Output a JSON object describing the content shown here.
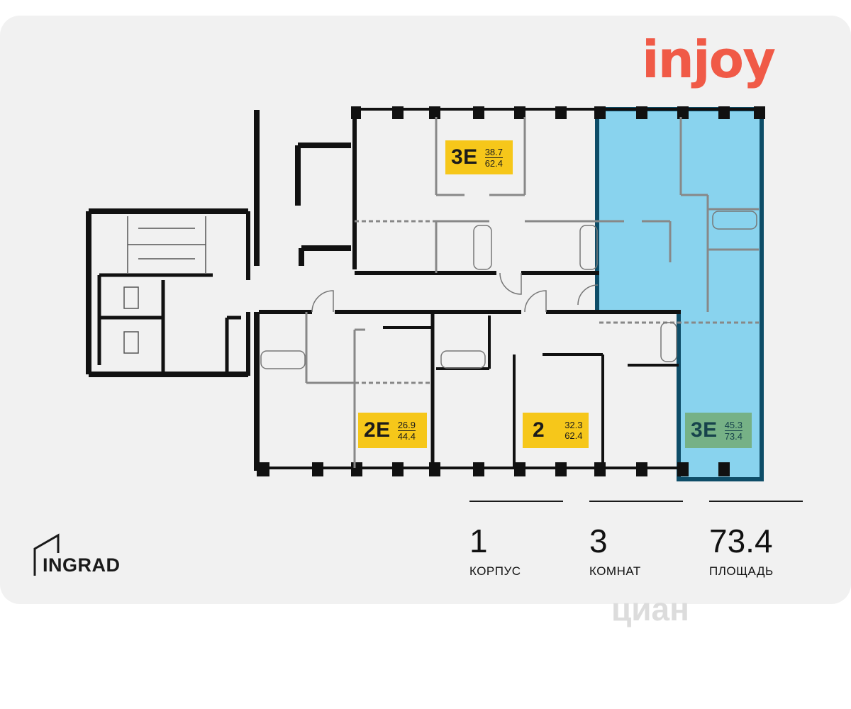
{
  "brand": {
    "project_logo": "injoy",
    "developer_logo": "INGRAD",
    "accent_color": "#f05a47"
  },
  "plan": {
    "apartments": [
      {
        "code": "3E",
        "living_area": "38.7",
        "total_area": "62.4",
        "color": "#f6c71a",
        "selected": false
      },
      {
        "code": "2E",
        "living_area": "26.9",
        "total_area": "44.4",
        "color": "#f6c71a",
        "selected": false
      },
      {
        "code": "2",
        "living_area": "32.3",
        "total_area": "62.4",
        "color": "#f6c71a",
        "selected": false
      },
      {
        "code": "3E",
        "living_area": "45.3",
        "total_area": "73.4",
        "color": "#76b186",
        "selected": true
      }
    ],
    "highlight_color": "#89d3ee",
    "highlight_border": "#0e4d68"
  },
  "stats": [
    {
      "value": "1",
      "label": "КОРПУС"
    },
    {
      "value": "3",
      "label": "КОМНАТ"
    },
    {
      "value": "73.4",
      "label": "ПЛОЩАДЬ"
    }
  ],
  "watermark": "циан"
}
